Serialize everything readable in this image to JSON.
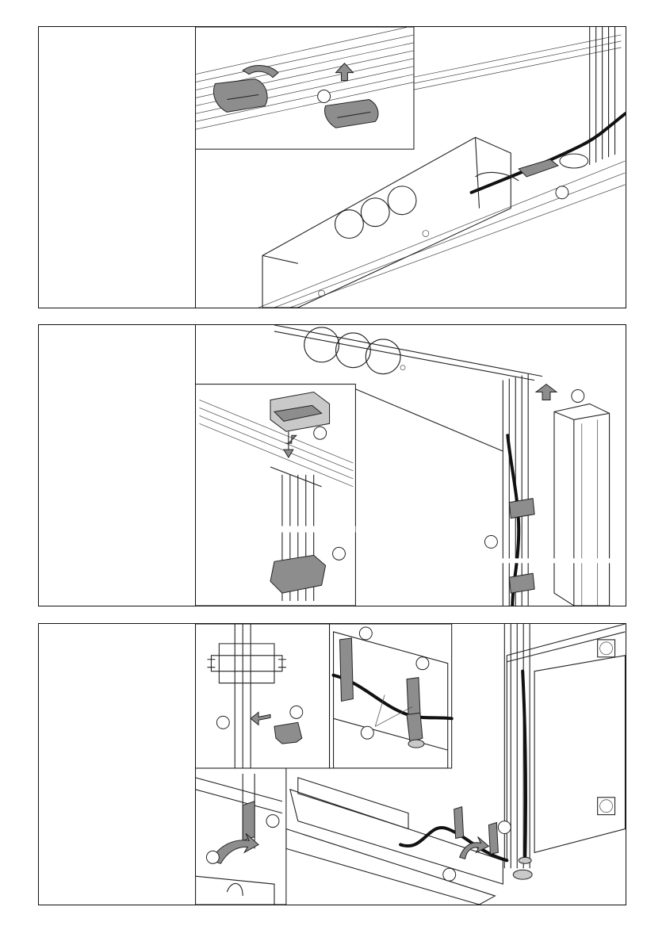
{
  "page": {
    "panels": [
      {
        "id": "panel-1",
        "callouts": 2
      },
      {
        "id": "panel-2",
        "callouts": 4
      },
      {
        "id": "panel-3",
        "callouts": 8
      }
    ]
  }
}
